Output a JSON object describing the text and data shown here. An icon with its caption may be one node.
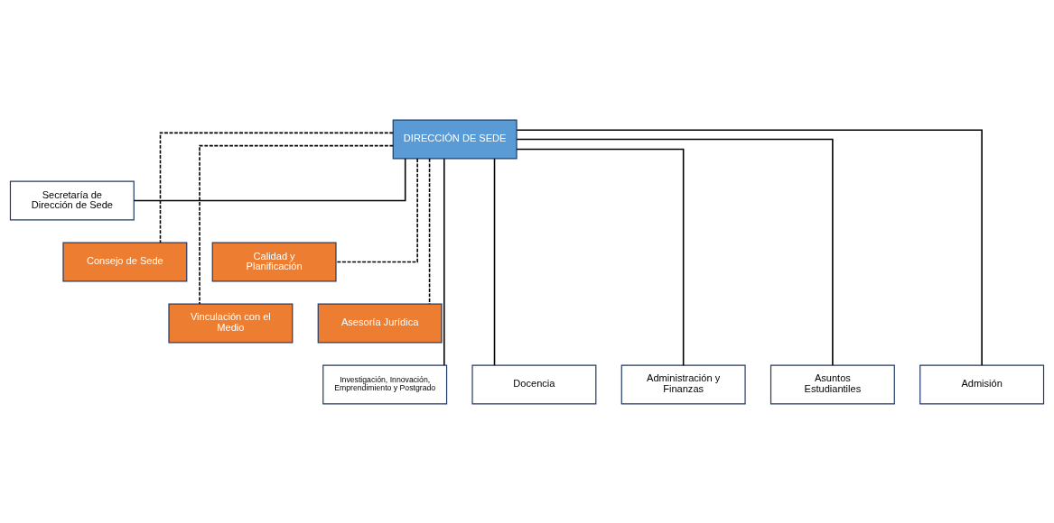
{
  "diagram": {
    "nodes": [
      {
        "text": [
          "DIRECCIÓN DE SEDE"
        ]
      },
      {
        "text": [
          "Secretaría de Dirección de Sede"
        ]
      },
      {
        "text": [
          "Consejo de Sede"
        ]
      },
      {
        "text": [
          "Calidad y Planificación"
        ]
      },
      {
        "text": [
          "Vinculación con el Medio"
        ]
      },
      {
        "text": [
          "Asesoría Jurídica"
        ]
      },
      {
        "text": [
          "Investigación, Innovación, Emprendimiento y Postgrado"
        ]
      },
      {
        "text": [
          "Docencia"
        ]
      },
      {
        "text": [
          "Administración y Finanzas"
        ]
      },
      {
        "text": [
          "Asuntos Estudiantiles"
        ]
      },
      {
        "text": [
          "Admisión"
        ]
      }
    ],
    "edges": [
      {
        "from": 0,
        "to": 1,
        "arrow": "none"
      },
      {
        "from": 0,
        "to": 2,
        "arrow": "none",
        "style": "dashed"
      },
      {
        "from": 0,
        "to": 3,
        "arrow": "none",
        "style": "dashed"
      },
      {
        "from": 0,
        "to": 4,
        "arrow": "none",
        "style": "dashed"
      },
      {
        "from": 0,
        "to": 5,
        "arrow": "none",
        "style": "dashed"
      },
      {
        "from": 0,
        "to": 6,
        "arrow": "none"
      },
      {
        "from": 0,
        "to": 7,
        "arrow": "none"
      },
      {
        "from": 0,
        "to": 8,
        "arrow": "none"
      },
      {
        "from": 0,
        "to": 9,
        "arrow": "none"
      },
      {
        "from": 0,
        "to": 10,
        "arrow": "none"
      }
    ]
  }
}
